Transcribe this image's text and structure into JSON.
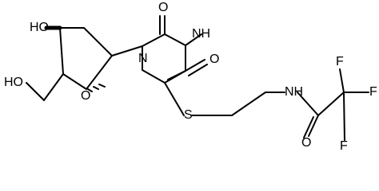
{
  "molecule": {
    "labels": {
      "o_top": "O",
      "nh": "NH",
      "o_right": "O",
      "n1": "N",
      "ho_top": "HO",
      "ho_left": "HO",
      "o_ring": "O",
      "s": "S",
      "nh_amide": "NH",
      "o_amide": "O",
      "f_top": "F",
      "f_right": "F",
      "f_bottom": "F"
    },
    "colors": {
      "line": "#000000",
      "background": "#ffffff"
    }
  }
}
